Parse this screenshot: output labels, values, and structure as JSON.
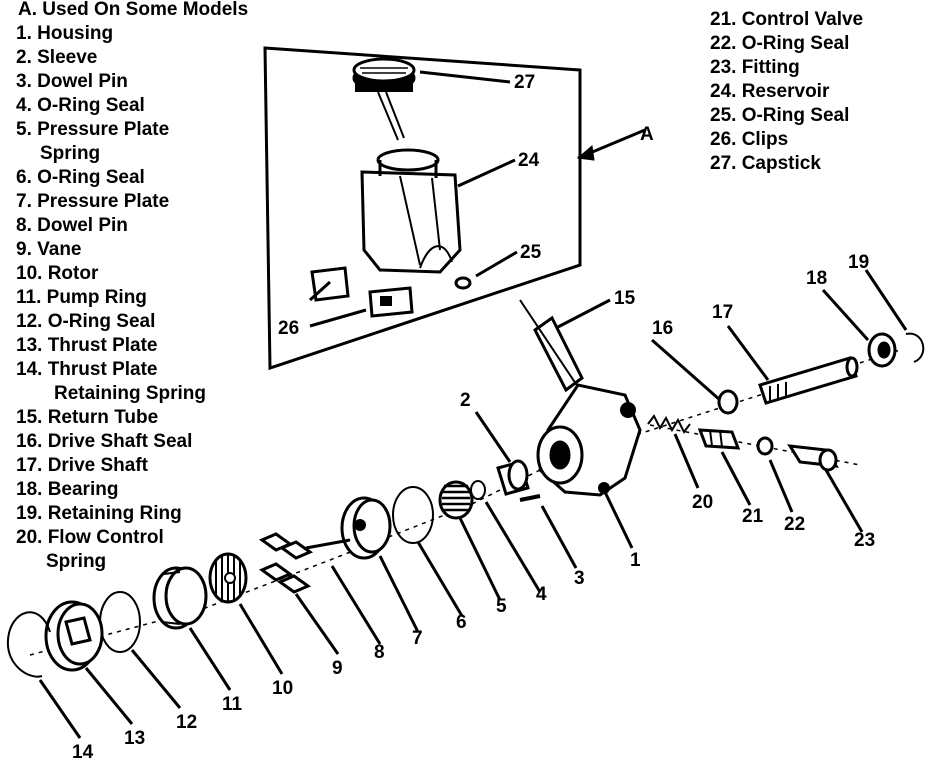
{
  "legend_left": [
    "A. Used On Some Models",
    "1. Housing",
    "2. Sleeve",
    "3. Dowel Pin",
    "4. O-Ring Seal",
    "5. Pressure Plate",
    "Spring",
    "6. O-Ring Seal",
    "7. Pressure Plate",
    "8. Dowel Pin",
    "9. Vane",
    "10. Rotor",
    "11. Pump Ring",
    "12. O-Ring Seal",
    "13. Thrust Plate",
    "14. Thrust Plate",
    "Retaining Spring",
    "15. Return Tube",
    "16. Drive Shaft Seal",
    "17. Drive Shaft",
    "18. Bearing",
    "19. Retaining Ring",
    "20. Flow Control",
    "Spring"
  ],
  "legend_right": [
    "21. Control Valve",
    "22. O-Ring Seal",
    "23. Fitting",
    "24. Reservoir",
    "25. O-Ring Seal",
    "26. Clips",
    "27. Capstick"
  ],
  "callouts": {
    "A": "A",
    "c1": "1",
    "c2": "2",
    "c3": "3",
    "c4": "4",
    "c5": "5",
    "c6": "6",
    "c7": "7",
    "c8": "8",
    "c9": "9",
    "c10": "10",
    "c11": "11",
    "c12": "12",
    "c13": "13",
    "c14": "14",
    "c15": "15",
    "c16": "16",
    "c17": "17",
    "c18": "18",
    "c19": "19",
    "c20": "20",
    "c21": "21",
    "c22": "22",
    "c23": "23",
    "c24": "24",
    "c25": "25",
    "c26": "26",
    "c27": "27"
  }
}
